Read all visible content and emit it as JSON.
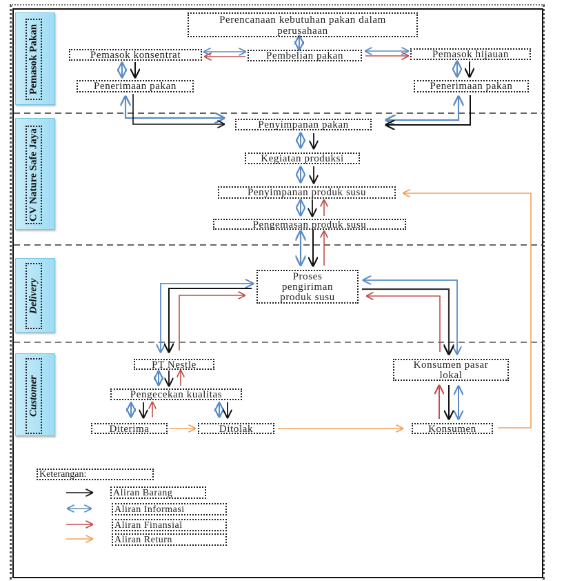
{
  "colors": {
    "barang": "#111111",
    "informasi": "#5b8cc6",
    "finansial": "#c0504d",
    "return": "#f2a05a",
    "lane_fill": "#a8e0f5"
  },
  "lanes": [
    {
      "id": "pemasok",
      "label": "Pemasok  Pakan"
    },
    {
      "id": "cv",
      "label": "CV Nature Safe Jaya"
    },
    {
      "id": "delivery",
      "label": "Delivery"
    },
    {
      "id": "customer",
      "label": "Customer"
    }
  ],
  "nodes": {
    "perencanaan": "Perencanaan kebutuhan pakan dalam perusahaan",
    "perencanaan_line1": "Perencanaan kebutuhan pakan dalam",
    "perencanaan_line2": "perusahaan",
    "pemasok_konsentrat": "Pemasok konsentrat",
    "pembelian_pakan": "Pembelian pakan",
    "pemasok_hijauan": "Pemasok hijauan",
    "penerimaan_pakan_left": "Penerimaan pakan",
    "penerimaan_pakan_right": "Penerimaan pakan",
    "penyimpanan_pakan": "Penyimpanan pakan",
    "kegiatan_produksi": "Kegiatan produksi",
    "penyimpanan_produk_susu": "Penyimpanan produk susu",
    "pengemasan_produk_susu": "Pengemasan produk susu",
    "proses_line1": "Proses",
    "proses_line2": "pengiriman",
    "proses_line3": "produk susu",
    "pt_nestle": "PT Nestle",
    "pengecekan_kualitas": "Pengecekan kualitas",
    "diterima": "Diterima",
    "ditolak": "Ditolak",
    "konsumen_pasar_line1": "Konsumen pasar",
    "konsumen_pasar_line2": "lokal",
    "konsumen": "Konsumen"
  },
  "legend": {
    "title": "Keterangan:",
    "items": [
      {
        "label": "Aliran Barang",
        "flow": "barang"
      },
      {
        "label": "Aliran Informasi",
        "flow": "informasi"
      },
      {
        "label": "Aliran Finansial",
        "flow": "finansial"
      },
      {
        "label": "Aliran Return",
        "flow": "return"
      }
    ]
  }
}
